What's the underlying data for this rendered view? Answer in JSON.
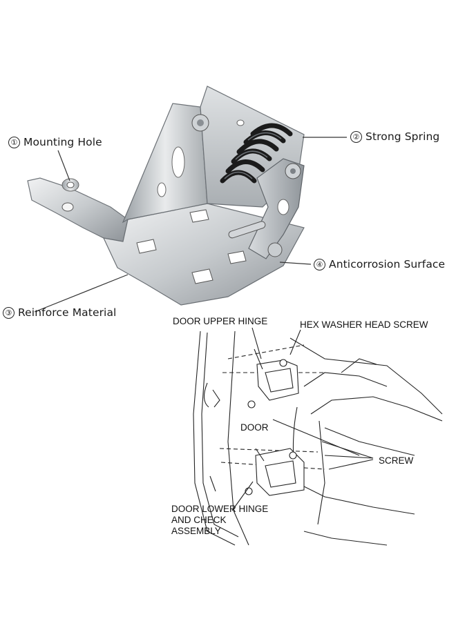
{
  "callouts": [
    {
      "num": "①",
      "label": "Mounting Hole"
    },
    {
      "num": "②",
      "label": "Strong Spring"
    },
    {
      "num": "③",
      "label": "Reinforce Material"
    },
    {
      "num": "④",
      "label": "Anticorrosion Surface"
    }
  ],
  "diagram": {
    "upper_hinge": "DOOR UPPER HINGE",
    "hex_screw": "HEX WASHER HEAD SCREW",
    "door": "DOOR",
    "screw": "SCREW",
    "lower_hinge_line1": "DOOR LOWER HINGE",
    "lower_hinge_line2": "AND CHECK",
    "lower_hinge_line3": "ASSEMBLY"
  },
  "colors": {
    "steel_light": "#e6e8ea",
    "steel_mid": "#b9bdc1",
    "steel_dark": "#7d8287",
    "spring": "#1b1b1b",
    "line": "#333333"
  }
}
